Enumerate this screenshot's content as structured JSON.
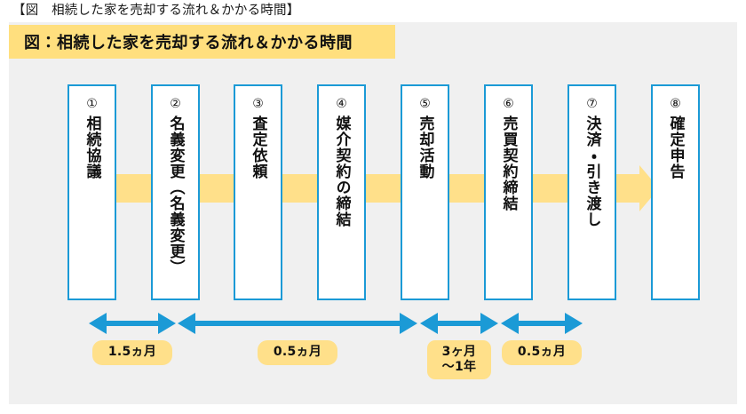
{
  "caption": "【図　相続した家を売却する流れ＆かかる時間】",
  "banner": {
    "title": "図：相続した家を売却する流れ＆かかる時間",
    "bg_color": "#ffdf7e"
  },
  "panel": {
    "bg_color": "#f0f0f0"
  },
  "colors": {
    "box_border": "#1b9ad6",
    "box_fill": "#ffffff",
    "connector_yellow": "#ffe08a",
    "arrow_blue": "#1b9ad6",
    "pill_yellow": "#ffe08a",
    "text": "#111111"
  },
  "flow": {
    "steps": [
      {
        "number": "①",
        "label": "相続協議"
      },
      {
        "number": "②",
        "label": "名義変更（名義変更）"
      },
      {
        "number": "③",
        "label": "査定依頼"
      },
      {
        "number": "④",
        "label": "媒介契約の締結"
      },
      {
        "number": "⑤",
        "label": "売却活動"
      },
      {
        "number": "⑥",
        "label": "売買契約締結"
      },
      {
        "number": "⑦",
        "label": "決済・引き渡し"
      },
      {
        "number": "⑧",
        "label": "確定申告"
      }
    ],
    "connectors": [
      {
        "from": "①",
        "to": "②",
        "shape": "bar"
      },
      {
        "from": "②",
        "to": "③",
        "shape": "bar"
      },
      {
        "from": "③",
        "to": "④",
        "shape": "bar"
      },
      {
        "from": "④",
        "to": "⑤",
        "shape": "bar"
      },
      {
        "from": "⑤",
        "to": "⑥",
        "shape": "bar"
      },
      {
        "from": "⑥",
        "to": "⑦",
        "shape": "bar"
      },
      {
        "from": "⑦",
        "to": "⑧",
        "shape": "arrow"
      }
    ]
  },
  "timeline": {
    "spans": [
      {
        "label": "1.5ヵ月",
        "label_line2": "",
        "covers": "① → ②"
      },
      {
        "label": "0.5ヵ月",
        "label_line2": "",
        "covers": "② → ⑤"
      },
      {
        "label": "3ヶ月",
        "label_line2": "～1年",
        "covers": "⑤ → ⑥"
      },
      {
        "label": "0.5ヵ月",
        "label_line2": "",
        "covers": "⑥ → ⑦"
      }
    ]
  }
}
